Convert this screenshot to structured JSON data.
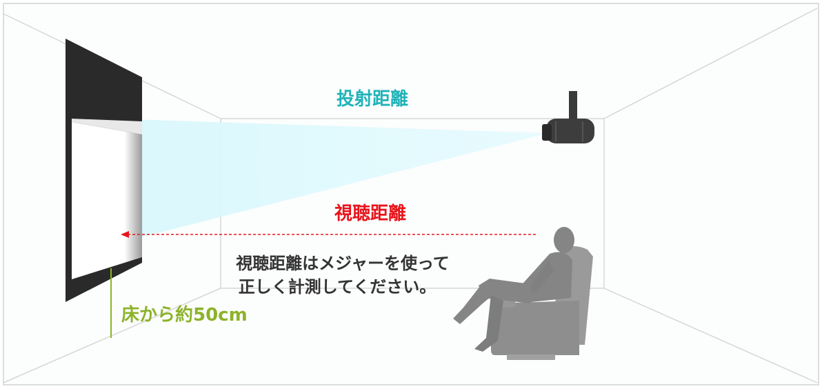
{
  "labels": {
    "throw_distance": "投射距離",
    "viewing_distance": "視聴距離",
    "instruction_line1": "視聴距離はメジャーを使って",
    "instruction_line2": "正しく計測してください。",
    "screen_height_note": "床から約50cm"
  },
  "colors": {
    "throw_distance": "#1fb3b8",
    "viewing_distance": "#e8141b",
    "instruction": "#333333",
    "screen_height_note": "#8cb32a",
    "beam": "#c8f3fa",
    "person": "#8a8a8a",
    "screen_frame": "#2a2a2a"
  },
  "icons": {
    "projector": "projector-icon",
    "person": "seated-person-icon"
  }
}
